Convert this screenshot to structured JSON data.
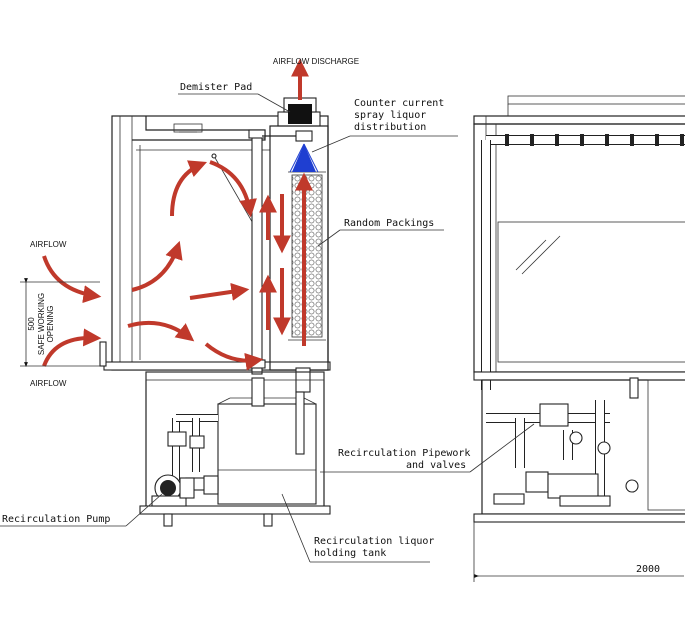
{
  "labels": {
    "airflow_discharge": "AIRFLOW DISCHARGE",
    "demister_pad": "Demister Pad",
    "counter_current_line1": "Counter current",
    "counter_current_line2": "spray liquor",
    "counter_current_line3": "distribution",
    "random_packings": "Random Packings",
    "airflow_top": "AIRFLOW",
    "airflow_bottom": "AIRFLOW",
    "opening_dim": "500",
    "opening_line1": "SAFE WORKING",
    "opening_line2": "OPENING",
    "recirc_pipework_line1": "Recirculation Pipework",
    "recirc_pipework_line2": "and valves",
    "recirc_pump": "Recirculation Pump",
    "holding_tank_line1": "Recirculation liquor",
    "holding_tank_line2": "holding tank",
    "width_dim": "2000"
  },
  "colors": {
    "arrow": "#c0392b",
    "spray": "#1f3fd1",
    "line": "#222222"
  }
}
